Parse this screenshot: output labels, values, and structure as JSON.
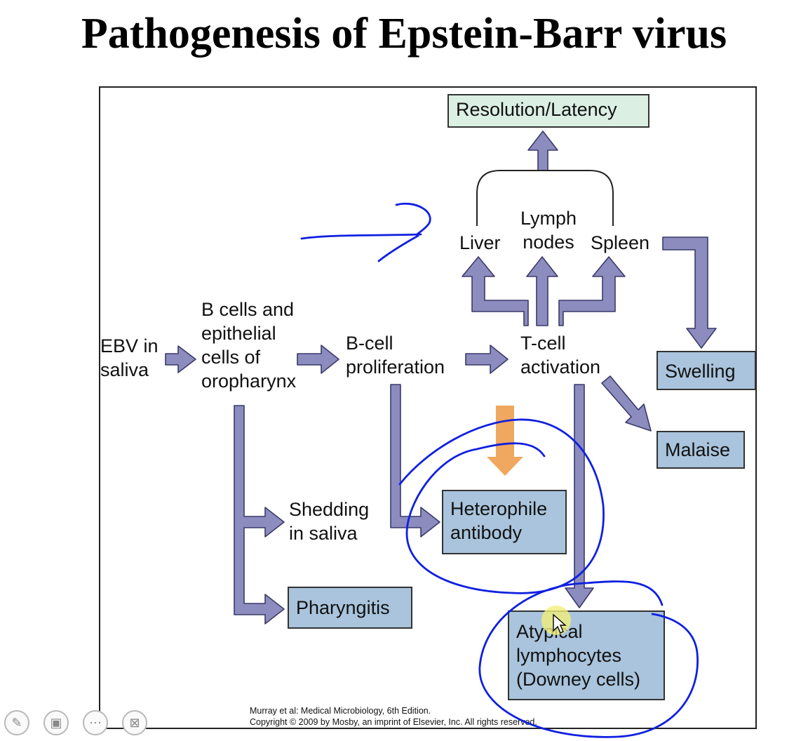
{
  "slide": {
    "title": "Pathogenesis of Epstein-Barr virus"
  },
  "nodes": {
    "ebv": [
      "EBV in",
      "saliva"
    ],
    "bcells": [
      "B cells and",
      "epithelial",
      "cells of",
      "oropharynx"
    ],
    "bprolif": [
      "B-cell",
      "proliferation"
    ],
    "tcell": [
      "T-cell",
      "activation"
    ],
    "liver": "Liver",
    "lymph": [
      "Lymph",
      "nodes"
    ],
    "spleen": "Spleen",
    "resolution": "Resolution/Latency",
    "swelling": "Swelling",
    "malaise": "Malaise",
    "shedding": [
      "Shedding",
      "in saliva"
    ],
    "heterophile": [
      "Heterophile",
      "antibody"
    ],
    "pharyngitis": "Pharyngitis",
    "atypical": [
      "Atypical",
      "lymphocytes",
      "(Downey cells)"
    ]
  },
  "credit": [
    "Murray et al: Medical Microbiology, 6th Edition.",
    "Copyright © 2009 by Mosby, an imprint of Elsevier, Inc. All rights reserved."
  ],
  "toolbar": {
    "icons": [
      "pen-icon",
      "slide-icon",
      "more-icon",
      "screen-icon"
    ]
  },
  "colors": {
    "arrow_fill": "#8c8cbe",
    "highlight_arrow": "#f0a75f",
    "box_blue": "#a9c4dc",
    "box_green": "#dcefe3",
    "ink": "#1020e0",
    "cursor_halo": "#f2ef7a"
  }
}
